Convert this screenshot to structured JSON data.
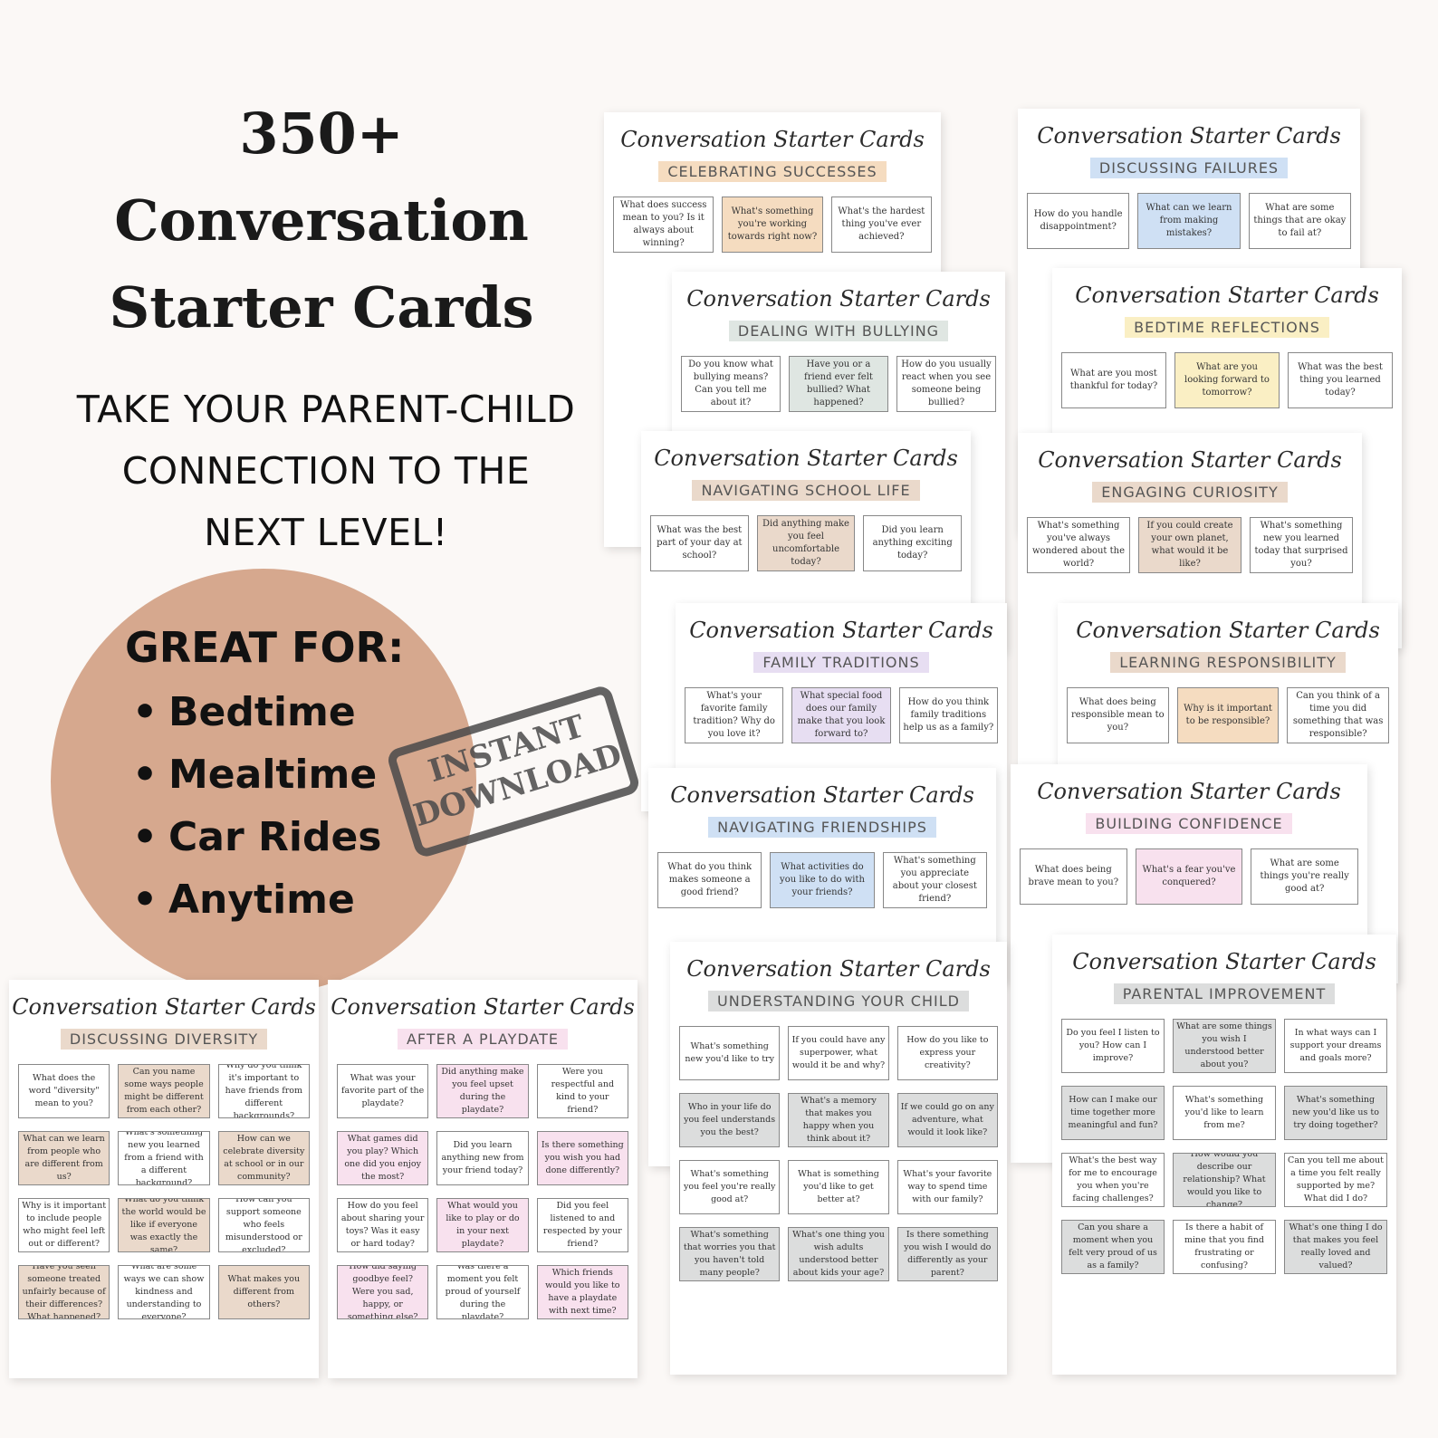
{
  "hero": {
    "line1": "350+",
    "line2": "Conversation",
    "line3": "Starter Cards"
  },
  "subtitle": {
    "line1": "TAKE YOUR PARENT-CHILD",
    "line2": "CONNECTION TO THE",
    "line3": "NEXT LEVEL!"
  },
  "great_for": {
    "title": "GREAT FOR:",
    "items": [
      "Bedtime",
      "Mealtime",
      "Car Rides",
      "Anytime"
    ]
  },
  "stamp": {
    "line1": "INSTANT",
    "line2": "DOWNLOAD"
  },
  "colors": {
    "background": "#fbf8f6",
    "circle": "#d6a88e",
    "peach": "#f5dcc0",
    "blue": "#cfe0f4",
    "sage": "#dfe6e2",
    "tan": "#ead9cb",
    "lavender": "#e7def2",
    "yellow": "#faefc4",
    "pink": "#f8e1ee",
    "gray": "#dcdddd"
  },
  "sheets": [
    {
      "title": "Conversation Starter Cards",
      "subtitle": "CELEBRATING SUCCESSES",
      "cards": [
        "What does success mean to you? Is it always about winning?",
        "What's something you're working towards right now?",
        "What's the hardest thing you've ever achieved?"
      ]
    },
    {
      "title": "Conversation Starter Cards",
      "subtitle": "DISCUSSING FAILURES",
      "cards": [
        "How do you handle disappointment?",
        "What can we learn from making mistakes?",
        "What are some things that are okay to fail at?"
      ]
    },
    {
      "title": "Conversation Starter Cards",
      "subtitle": "DEALING WITH BULLYING",
      "cards": [
        "Do you know what bullying means? Can you tell me about it?",
        "Have you or a friend ever felt bullied? What happened?",
        "How do you usually react when you see someone being bullied?"
      ]
    },
    {
      "title": "Conversation Starter Cards",
      "subtitle": "BEDTIME REFLECTIONS",
      "cards": [
        "What are you most thankful for today?",
        "What are you looking forward to tomorrow?",
        "What was the best thing you learned today?"
      ]
    },
    {
      "title": "Conversation Starter Cards",
      "subtitle": "NAVIGATING SCHOOL LIFE",
      "cards": [
        "What was the best part of your day at school?",
        "Did anything make you feel uncomfortable today?",
        "Did you learn anything exciting today?"
      ]
    },
    {
      "title": "Conversation Starter Cards",
      "subtitle": "ENGAGING CURIOSITY",
      "cards": [
        "What's something you've always wondered about the world?",
        "If you could create your own planet, what would it be like?",
        "What's something new you learned today that surprised you?"
      ]
    },
    {
      "title": "Conversation Starter Cards",
      "subtitle": "FAMILY TRADITIONS",
      "cards": [
        "What's your favorite family tradition? Why do you love it?",
        "What special food does our family make that you look forward to?",
        "How do you think family traditions help us as a family?"
      ]
    },
    {
      "title": "Conversation Starter Cards",
      "subtitle": "LEARNING RESPONSIBILITY",
      "cards": [
        "What does being responsible mean to you?",
        "Why is it important to be responsible?",
        "Can you think of a time you did something that was responsible?"
      ]
    },
    {
      "title": "Conversation Starter Cards",
      "subtitle": "NAVIGATING FRIENDSHIPS",
      "cards": [
        "What do you think makes someone a good friend?",
        "What activities do you like to do with your friends?",
        "What's something you appreciate about your closest friend?"
      ]
    },
    {
      "title": "Conversation Starter Cards",
      "subtitle": "BUILDING CONFIDENCE",
      "cards": [
        "What does being brave mean to you?",
        "What's a fear you've conquered?",
        "What are some things you're really good at?"
      ]
    },
    {
      "title": "Conversation Starter Cards",
      "subtitle": "UNDERSTANDING YOUR CHILD",
      "cards": [
        "What's something new you'd like to try",
        "If you could have any superpower, what would it be and why?",
        "How do you like to express your creativity?",
        "Who in your life do you feel understands you the best?",
        "What's a memory that makes you happy when you think about it?",
        "If we could go on any adventure, what would it look like?",
        "What's something you feel you're really good at?",
        "What is something you'd like to get better at?",
        "What's your favorite way to spend time with our family?",
        "What's something that worries you that you haven't told many people?",
        "What's one thing you wish adults understood better about kids your age?",
        "Is there something you wish I would do differently as your parent?"
      ]
    },
    {
      "title": "Conversation Starter Cards",
      "subtitle": "PARENTAL IMPROVEMENT",
      "cards": [
        "Do you feel I listen to you? How can I improve?",
        "What are some things you wish I understood better about you?",
        "In what ways can I support your dreams and goals more?",
        "How can I make our time together more meaningful and fun?",
        "What's something you'd like to learn from me?",
        "What's something new you'd like us to try doing together?",
        "What's the best way for me to encourage you when you're facing challenges?",
        "How would you describe our relationship? What would you like to change?",
        "Can you tell me about a time you felt really supported by me? What did I do?",
        "Can you share a moment when you felt very proud of us as a family?",
        "Is there a habit of mine that you find frustrating or confusing?",
        "What's one thing I do that makes you feel really loved and valued?"
      ]
    },
    {
      "title": "Conversation Starter Cards",
      "subtitle": "DISCUSSING DIVERSITY",
      "cards": [
        "What does the word \"diversity\" mean to you?",
        "Can you name some ways people might be different from each other?",
        "Why do you think it's important to have friends from different backgrounds?",
        "What can we learn from people who are different from us?",
        "What's something new you learned from a friend with a different background?",
        "How can we celebrate diversity at school or in our community?",
        "Why is it important to include people who might feel left out or different?",
        "What do you think the world would be like if everyone was exactly the same?",
        "How can you support someone who feels misunderstood or excluded?",
        "Have you seen someone treated unfairly because of their differences? What happened?",
        "What are some ways we can show kindness and understanding to everyone?",
        "What makes you different from others?"
      ]
    },
    {
      "title": "Conversation Starter Cards",
      "subtitle": "AFTER A PLAYDATE",
      "cards": [
        "What was your favorite part of the playdate?",
        "Did anything make you feel upset during the playdate?",
        "Were you respectful and kind to your friend?",
        "What games did you play? Which one did you enjoy the most?",
        "Did you learn anything new from your friend today?",
        "Is there something you wish you had done differently?",
        "How do you feel about sharing your toys? Was it easy or hard today?",
        "What would you like to play or do in your next playdate?",
        "Did you feel listened to and respected by your friend?",
        "How did saying goodbye feel? Were you sad, happy, or something else?",
        "Was there a moment you felt proud of yourself during the playdate?",
        "Which friends would you like to have a playdate with next time?"
      ]
    }
  ]
}
